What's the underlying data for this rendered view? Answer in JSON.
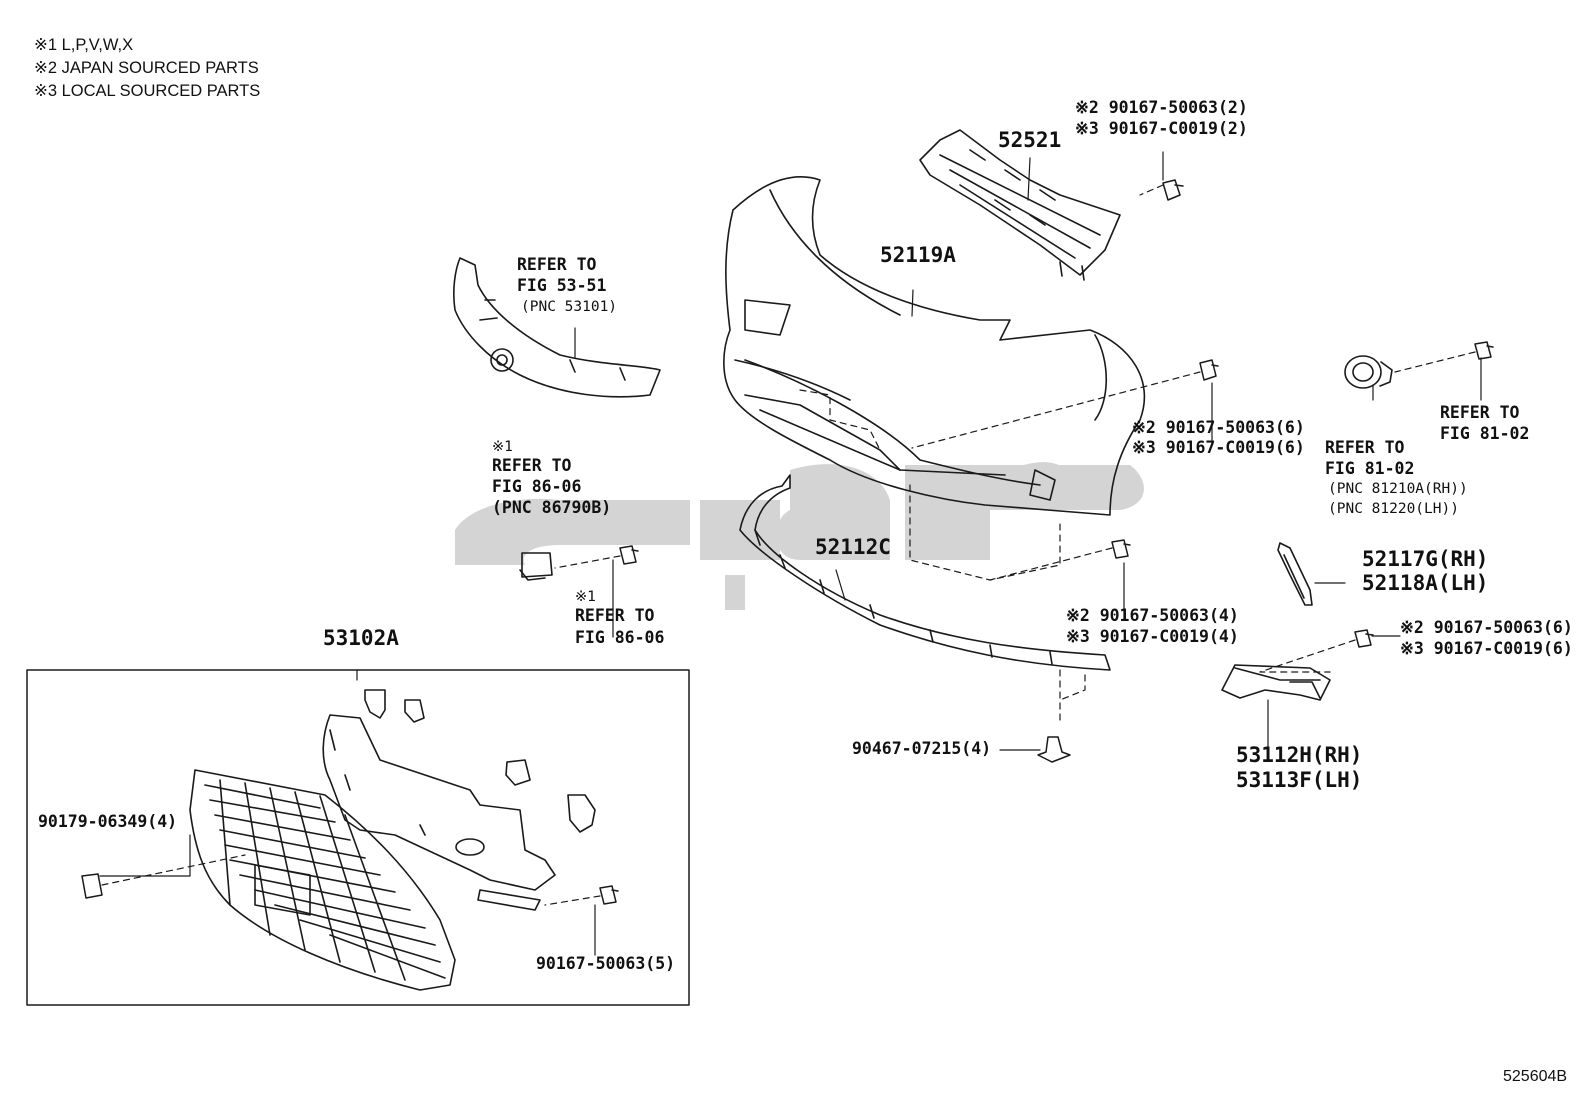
{
  "notes": [
    "※1 L,P,V,W,X",
    "※2 JAPAN SOURCED PARTS",
    "※3 LOCAL SOURCED PARTS"
  ],
  "figure_id": "525604B",
  "watermark_color": "#d4d4d4",
  "line_color": "#1a1a1a",
  "callouts": {
    "p52521": "52521",
    "p52119a": "52119A",
    "p52112c": "52112C",
    "p53102a": "53102A",
    "p52117g": "52117G(RH)",
    "p52118a": "52118A(LH)",
    "p53112h": "53112H(RH)",
    "p53113f": "53113F(LH)",
    "p90467": "90467-07215(4)",
    "p90179": "90179-06349(4)",
    "p90167_5": "90167-50063(5)",
    "top_clip_1": "※2 90167-50063(2)",
    "top_clip_2": "※3 90167-C0019(2)",
    "mid_clip_1": "※2 90167-50063(6)",
    "mid_clip_2": "※3 90167-C0019(6)",
    "low_clip_1": "※2 90167-50063(4)",
    "low_clip_2": "※3 90167-C0019(4)",
    "right_clip_1": "※2 90167-50063(6)",
    "right_clip_2": "※3 90167-C0019(6)"
  },
  "refs": {
    "r5351": [
      "REFER TO",
      "FIG 53-51",
      "(PNC 53101)"
    ],
    "r8606a": [
      "※1",
      "REFER TO",
      "FIG 86-06",
      "(PNC 86790B)"
    ],
    "r8606b": [
      "※1",
      "REFER TO",
      "FIG 86-06"
    ],
    "r8102a": [
      "REFER TO",
      "FIG 81-02",
      "(PNC 81210A(RH))",
      "(PNC 81220(LH))"
    ],
    "r8102b": [
      "REFER TO",
      "FIG 81-02"
    ]
  }
}
